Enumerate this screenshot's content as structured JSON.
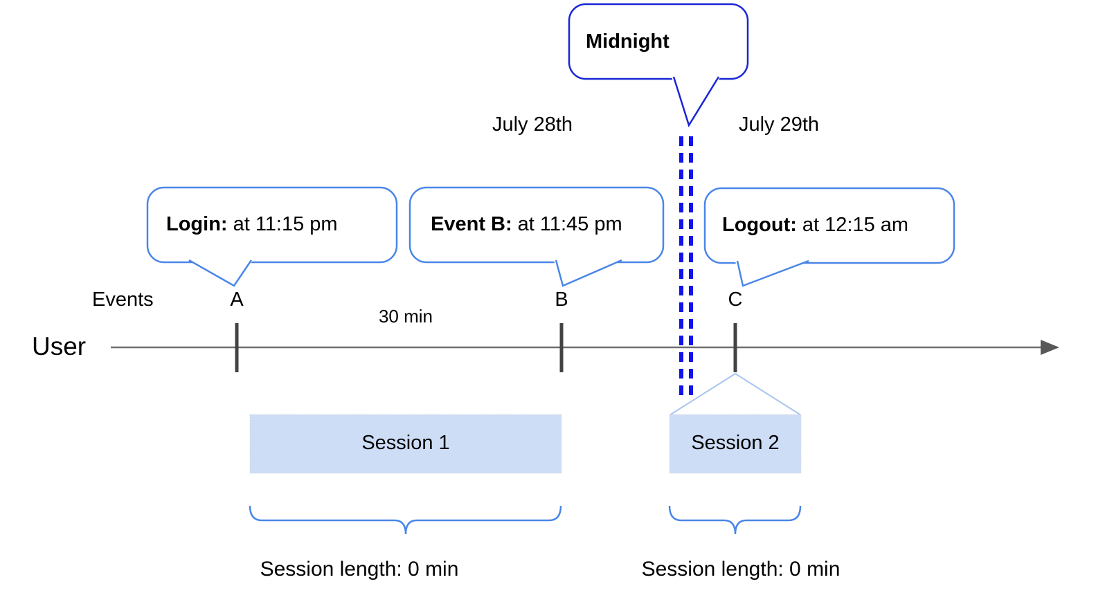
{
  "colors": {
    "midnight_border": "#1a25d8",
    "dashed_midnight_line": "#1212ec",
    "callout_border": "#4a86e8",
    "session_fill": "#cdddf6",
    "funnel_line": "#a8c5f0",
    "brace": "#4a86e8",
    "timeline_line": "#6e6e6e",
    "tick_mark": "#434343",
    "text": "#000000"
  },
  "midnight_callout": {
    "label": "Midnight"
  },
  "date_labels": {
    "before": "July 28th",
    "after": "July 29th"
  },
  "event_callouts": [
    {
      "bold": "Login:",
      "text": "at 11:15 pm"
    },
    {
      "bold": "Event B:",
      "text": "at 11:45 pm"
    },
    {
      "bold": "Logout:",
      "text": "at 12:15 am"
    }
  ],
  "timeline": {
    "row_label": "User",
    "events_label": "Events",
    "interval_label": "30 min",
    "event_marks": [
      "A",
      "B",
      "C"
    ]
  },
  "sessions": [
    {
      "label": "Session 1",
      "length": "Session length: 0 min"
    },
    {
      "label": "Session 2",
      "length": "Session length: 0 min"
    }
  ]
}
